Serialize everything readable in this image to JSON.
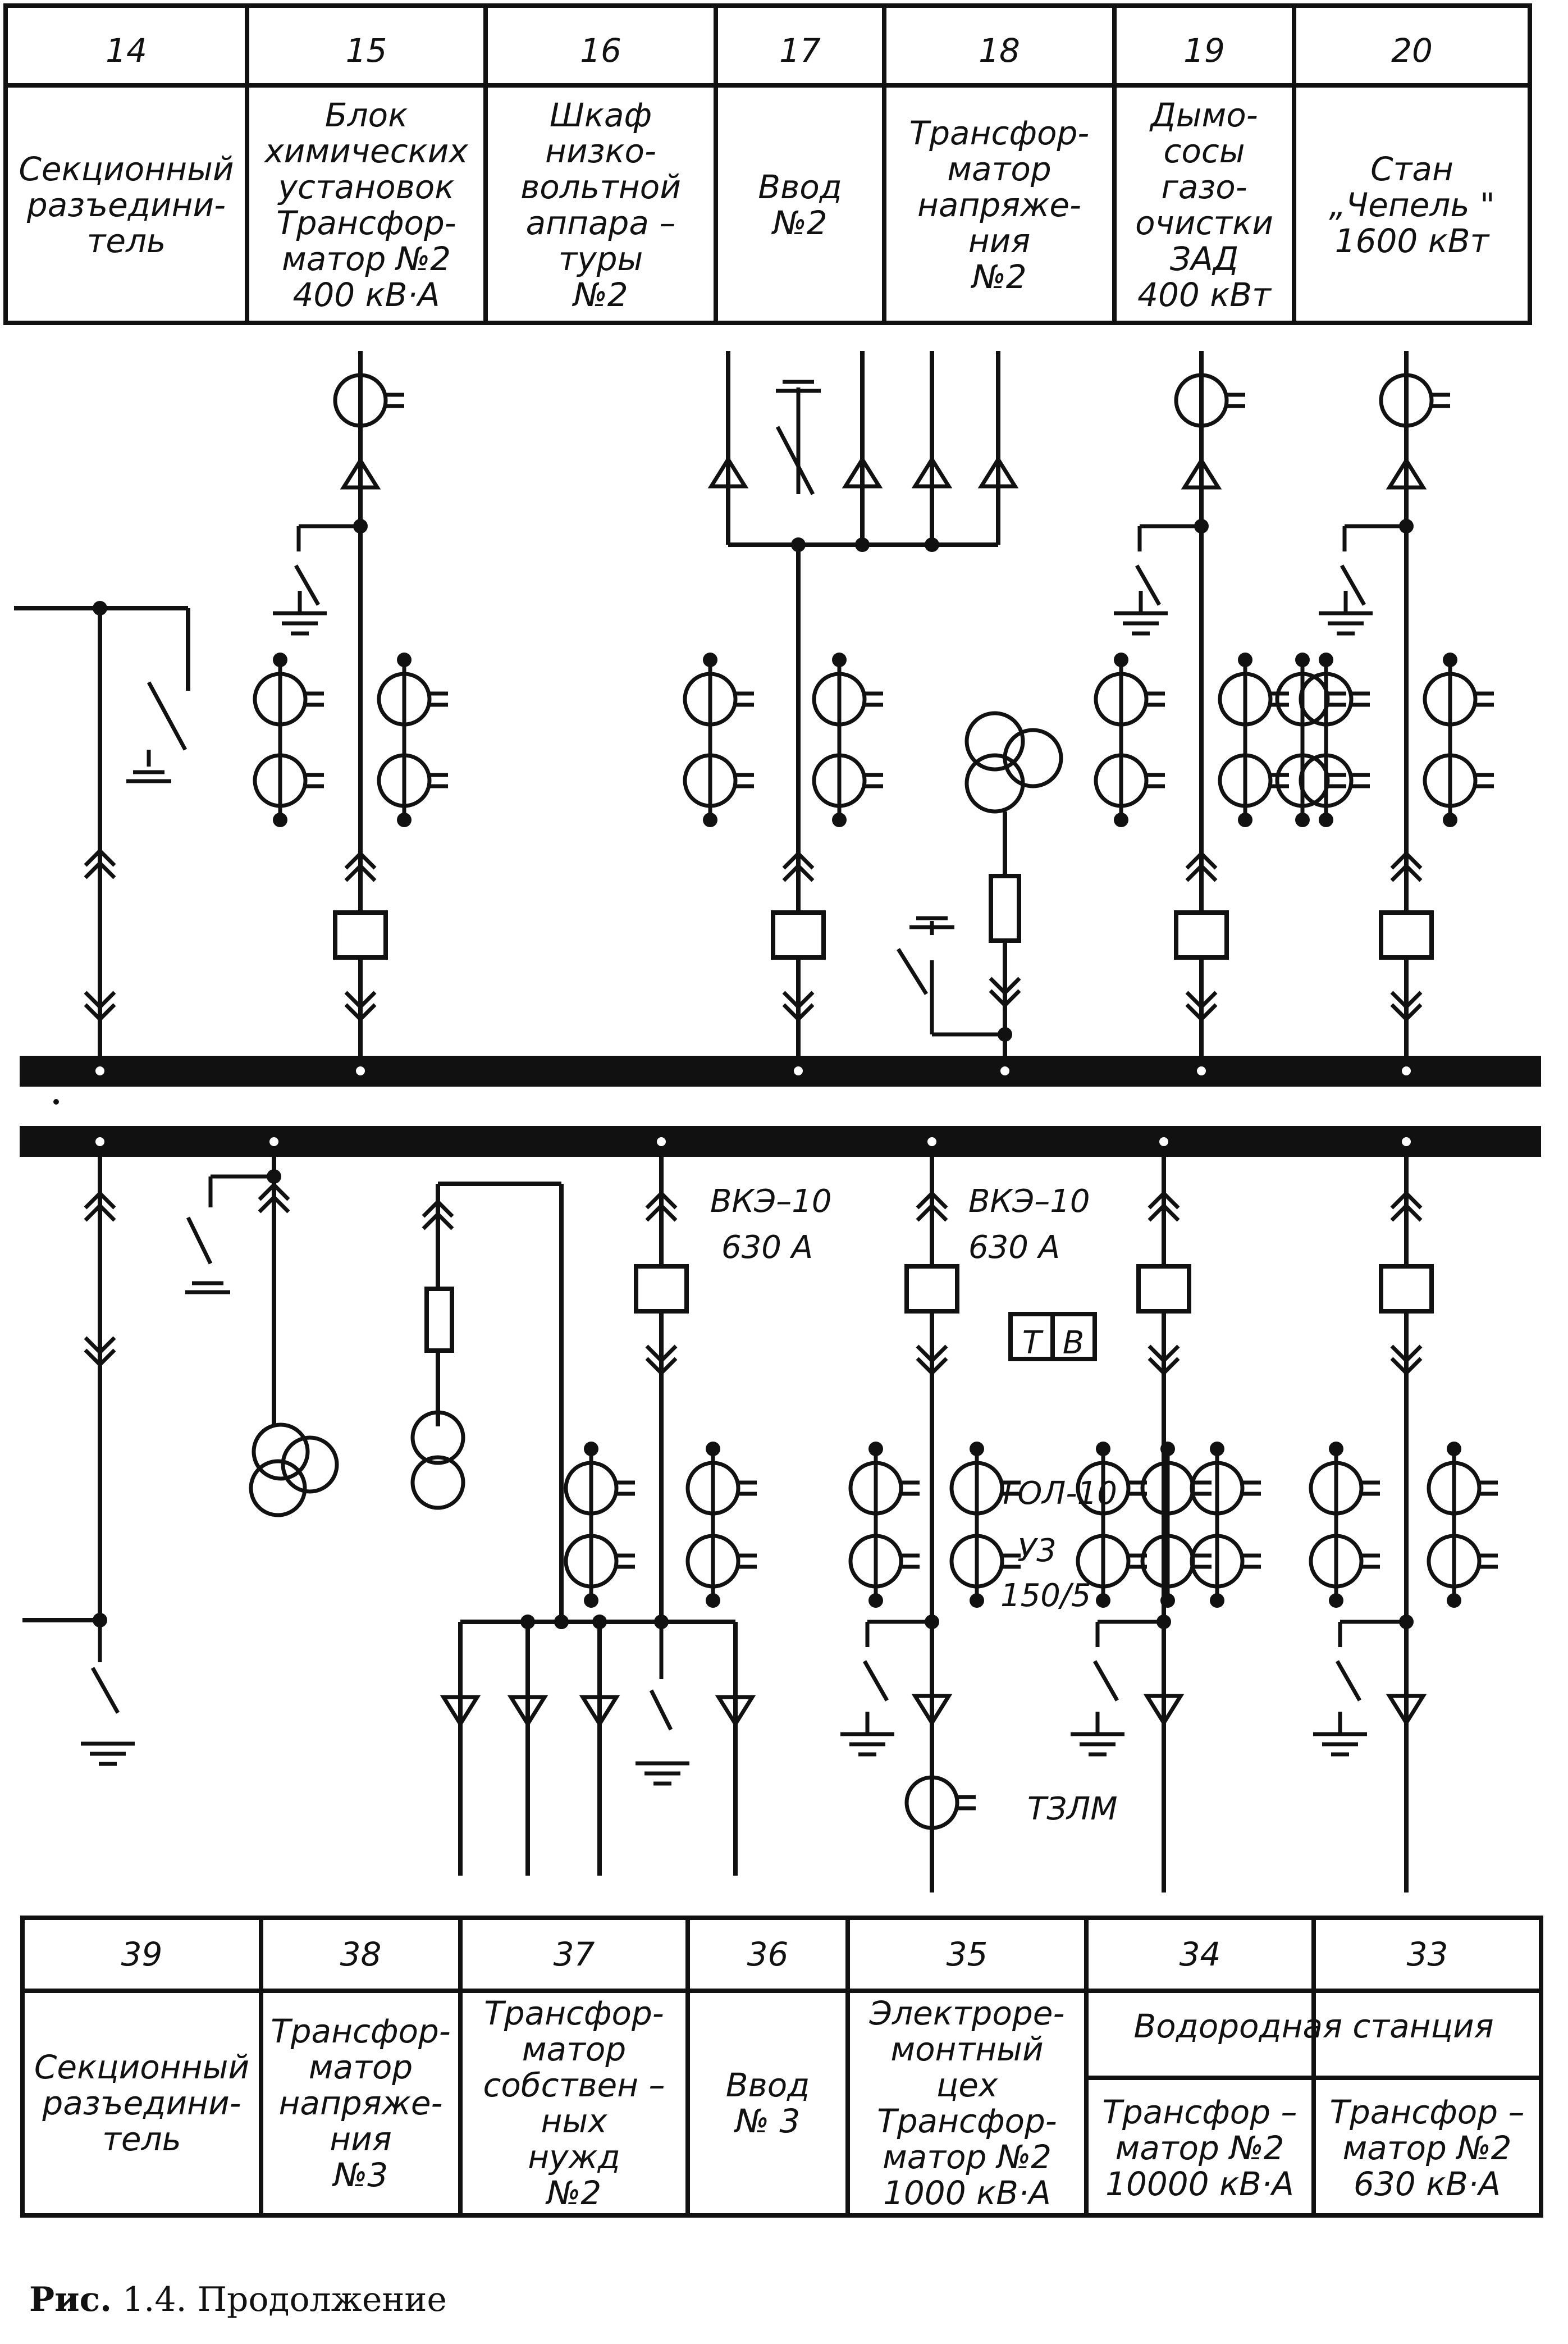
{
  "top_table": {
    "numbers": [
      "14",
      "15",
      "16",
      "17",
      "18",
      "19",
      "20"
    ],
    "cells": [
      [
        "Секционный",
        "разъедини-",
        "тель"
      ],
      [
        "Блок",
        "химических",
        "установок",
        "Трансфор-",
        "матор №2",
        "400 кВ·А"
      ],
      [
        "Шкаф",
        "низко-",
        "вольтной",
        "аппара –",
        "туры",
        "№2"
      ],
      [
        "Ввод",
        "№2"
      ],
      [
        "Трансфор-",
        "матор",
        "напряже-",
        "ния",
        "№2"
      ],
      [
        "Дымо-",
        "сосы",
        "газо-",
        "очистки",
        "ЗАД",
        "400 кВт"
      ],
      [
        "Стан",
        "„Чепель \"",
        "1600 кВт"
      ]
    ]
  },
  "bottom_table": {
    "numbers": [
      "39",
      "38",
      "37",
      "36",
      "35",
      "34",
      "33"
    ],
    "cells": [
      [
        "Секционный",
        "разъедини-",
        "тель"
      ],
      [
        "Трансфор-",
        "матор",
        "напряже-",
        "ния",
        "№3"
      ],
      [
        "Трансфор-",
        "матор",
        "собствен –",
        "ных",
        "нужд",
        "№2"
      ],
      [
        "Ввод",
        "№ 3"
      ],
      [
        "Электроре-",
        "монтный",
        "цех",
        "Трансфор-",
        "матор №2",
        "1000 кВ·А"
      ]
    ],
    "station_header": "Водородная станция",
    "station_cells": [
      [
        "Трансфор –",
        "матор №2",
        "10000 кВ·А"
      ],
      [
        "Трансфор –",
        "матор №2",
        "630 кВ·А"
      ]
    ]
  },
  "annotations": {
    "breaker_type_1": "ВКЭ–10",
    "breaker_current_1": "630 А",
    "breaker_type_2": "ВКЭ–10",
    "breaker_current_2": "630 А",
    "relay_t": "Т",
    "relay_v": "В",
    "ct_type": "ТОЛ-10",
    "ct_climate": "У3",
    "ct_ratio": "150/5",
    "zero_ct": "ТЗЛМ"
  },
  "caption": {
    "prefix": "Рис.",
    "text": "1.4. Продолжение"
  },
  "colors": {
    "ink": "#111111",
    "paper": "#ffffff"
  }
}
